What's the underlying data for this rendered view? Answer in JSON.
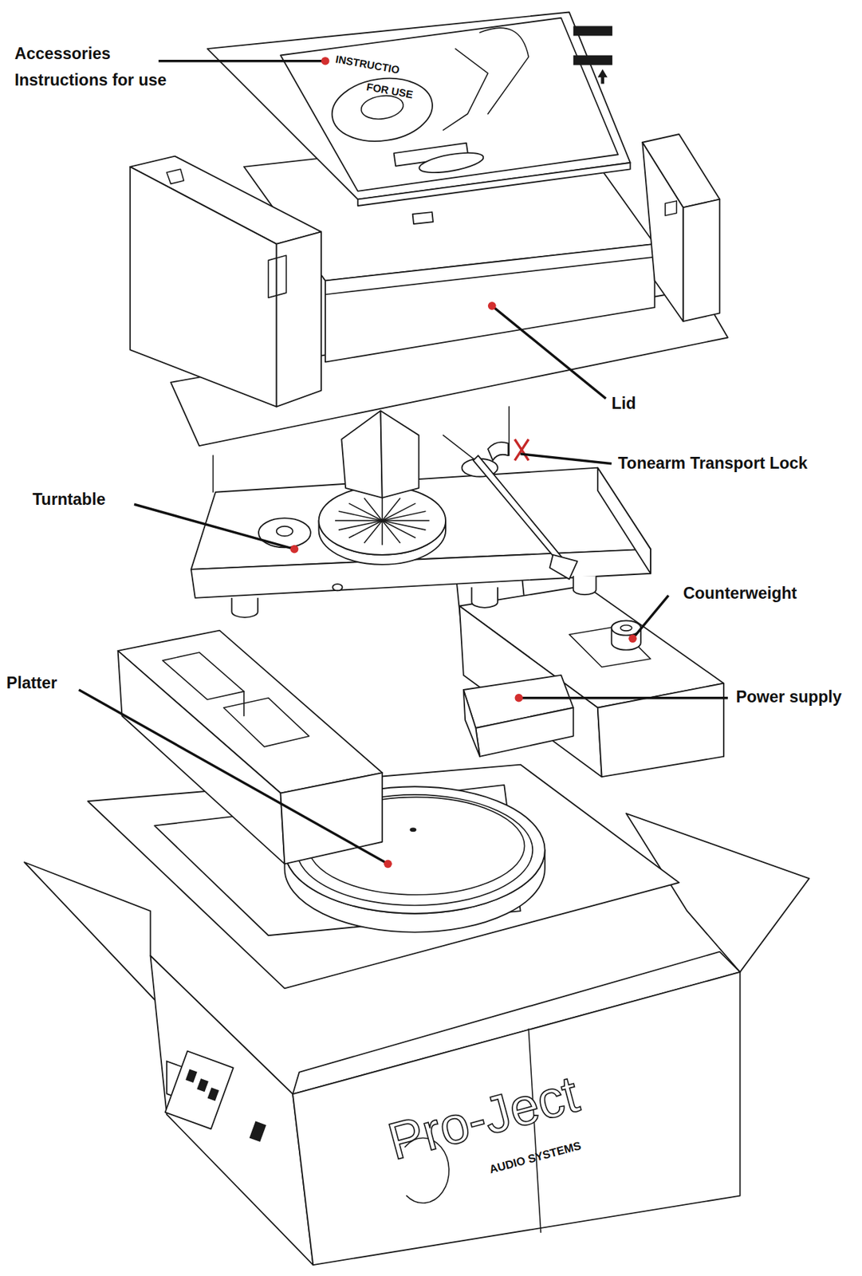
{
  "diagram": {
    "labels": [
      "Accessories Instructions for use",
      "Lid",
      "Tonearm Transport Lock",
      "Turntable",
      "Counterweight",
      "Power supply",
      "Platter",
      "INSTRUCTIO",
      "FOR USE",
      "Pro-Ject",
      "AUDIO SYSTEMS"
    ]
  }
}
